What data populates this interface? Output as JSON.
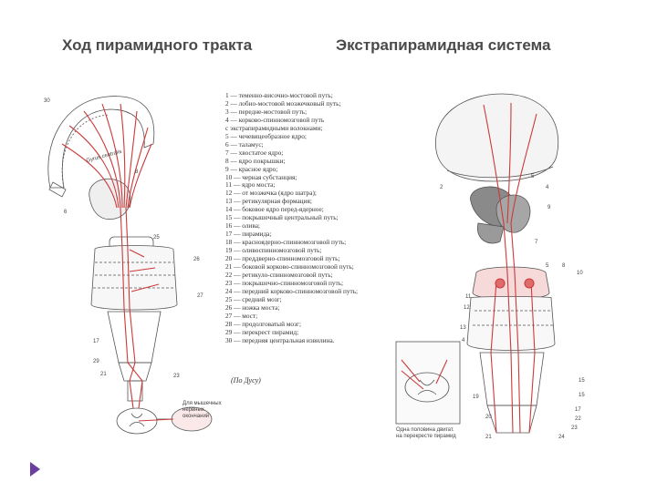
{
  "titles": {
    "left": "Ход пирамидного тракта",
    "right": "Экстрапирамидная система"
  },
  "legend": [
    "1 — теменно-височно-мостовой путь;",
    "2 — лобно-мостовой мозжечковый путь;",
    "3 — передне-мостовой путь;",
    "4 — корково-спинномозговой путь",
    "с экстрапирамидными волокнами;",
    "5 — чечевицеобразное ядро;",
    "6 — таламус;",
    "7 — хвостатое ядро;",
    "8 — ядро покрышки;",
    "9 — красное ядро;",
    "10 — черная субстанция;",
    "11 — ядро моста;",
    "12 — от мозжечка (ядро шатра);",
    "13 — ретикулярная формация;",
    "14 — боковое ядро перед-ядерное;",
    "15 — покрышечный центральный путь;",
    "16 — олива;",
    "17 — пирамида;",
    "18 — красноядерно-спинномозговой путь;",
    "19 — оливоспинномозговой путь;",
    "20 — преддверно-спинномозговой путь;",
    "21 — боковой корково-спинномозговой путь;",
    "22 — ретикуло-спинномозговой путь;",
    "23 — покрышечно-спинномозговой путь;",
    "24 — передний корково-спинномозговой путь;",
    "25 — средний мозг;",
    "26 — ножка моста;",
    "27 — мост;",
    "28 — продолговатый мозг;",
    "29 — перекрест пирамид;",
    "30 — передняя центральная извилина."
  ],
  "credit": "(По Дусу)",
  "left_labels": {
    "l30": "30",
    "gyrus": "Gyrus centralis",
    "l8": "8",
    "l6": "6",
    "l25": "25",
    "l26": "26",
    "l27": "27",
    "l17": "17",
    "l29": "29",
    "l21": "21",
    "l23": "23",
    "caption1": "Для мышечных",
    "caption2": "нервных",
    "caption3": "окончаний"
  },
  "right_labels": {
    "r5": "5",
    "r4": "4",
    "r2": "2",
    "r9": "9",
    "r7": "7",
    "r5b": "5",
    "r8": "8",
    "r10": "10",
    "r11": "11",
    "r12": "12",
    "r13": "13",
    "r4b": "4",
    "r15": "15",
    "r19": "19",
    "r15b": "15",
    "r17": "17",
    "r20": "20",
    "r22": "22",
    "r23": "23",
    "r21": "21",
    "r24": "24",
    "caption1": "Одна половина двигат.",
    "caption2": "на перекресте пирамид"
  },
  "colors": {
    "tract_red": "#cc3a3a",
    "gray_nucleus": "#8a8a8a",
    "outline": "#555555",
    "title_gray": "#4a4a4a",
    "nav_purple": "#6a3fa0"
  }
}
